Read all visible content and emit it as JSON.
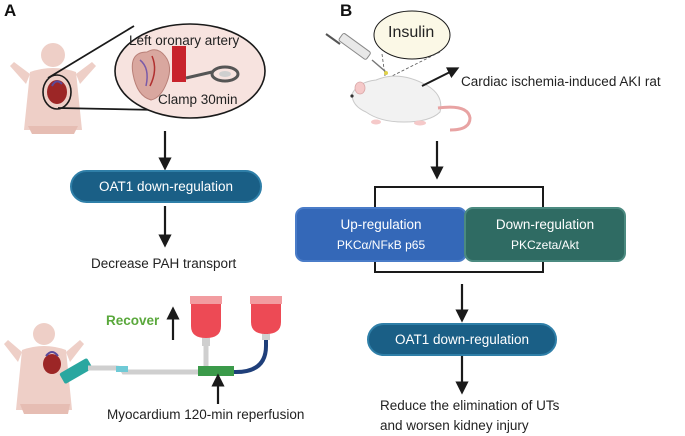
{
  "panel_a": {
    "letter": "A",
    "bubble_title": "Left oronary artery",
    "bubble_caption": "Clamp 30min",
    "oat1_pill": "OAT1 down-regulation",
    "decrease_text": "Decrease PAH transport",
    "recover_text": "Recover",
    "reperfusion_text": "Myocardium 120-min reperfusion",
    "recover_color": "#5aa83c"
  },
  "panel_b": {
    "letter": "B",
    "insulin_label": "Insulin",
    "rat_label": "Cardiac ischemia-induced AKI rat",
    "up_title": "Up-regulation",
    "up_sub": "PKCα/NFκB p65",
    "down_title": "Down-regulation",
    "down_sub": "PKCzeta/Akt",
    "oat1_pill": "OAT1 down-regulation",
    "outcome_line1": "Reduce the elimination of UTs",
    "outcome_line2": "and worsen kidney injury"
  },
  "colors": {
    "pill_blue": "#1a5f86",
    "up_blue": "#3468b8",
    "down_teal": "#2f6b63",
    "bubble_fill": "#f7e3df",
    "insulin_fill": "#fbf8e6",
    "clamp_red": "#c8232c"
  }
}
